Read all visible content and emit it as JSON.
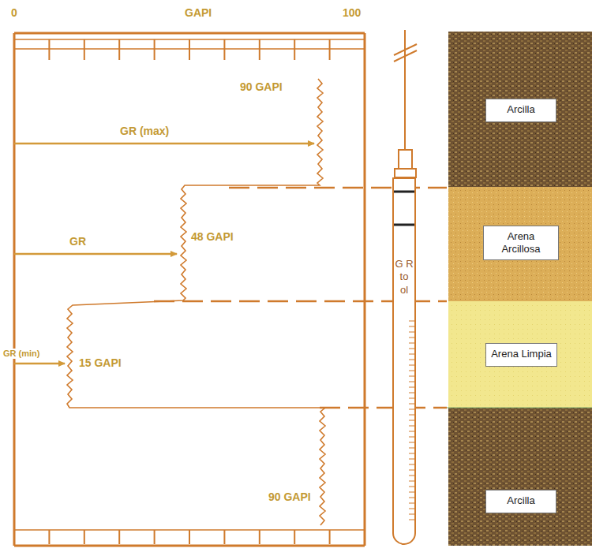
{
  "diagram": {
    "nodes": [
      {
        "text": [
          "Arcilla"
        ]
      },
      {
        "text": [
          "G R to ol"
        ]
      },
      {
        "text": [
          "Arena Arcillosa"
        ]
      },
      {
        "text": [
          "Arena Limpia"
        ]
      },
      {
        "text": [
          "Arcilla"
        ]
      }
    ],
    "labels": [
      "0",
      "GAPI",
      "100",
      "90 GAPI",
      "GR (max)",
      "GR",
      "48 GAPI",
      "GR (min)",
      "15 GAPI",
      "90 GAPI"
    ]
  }
}
